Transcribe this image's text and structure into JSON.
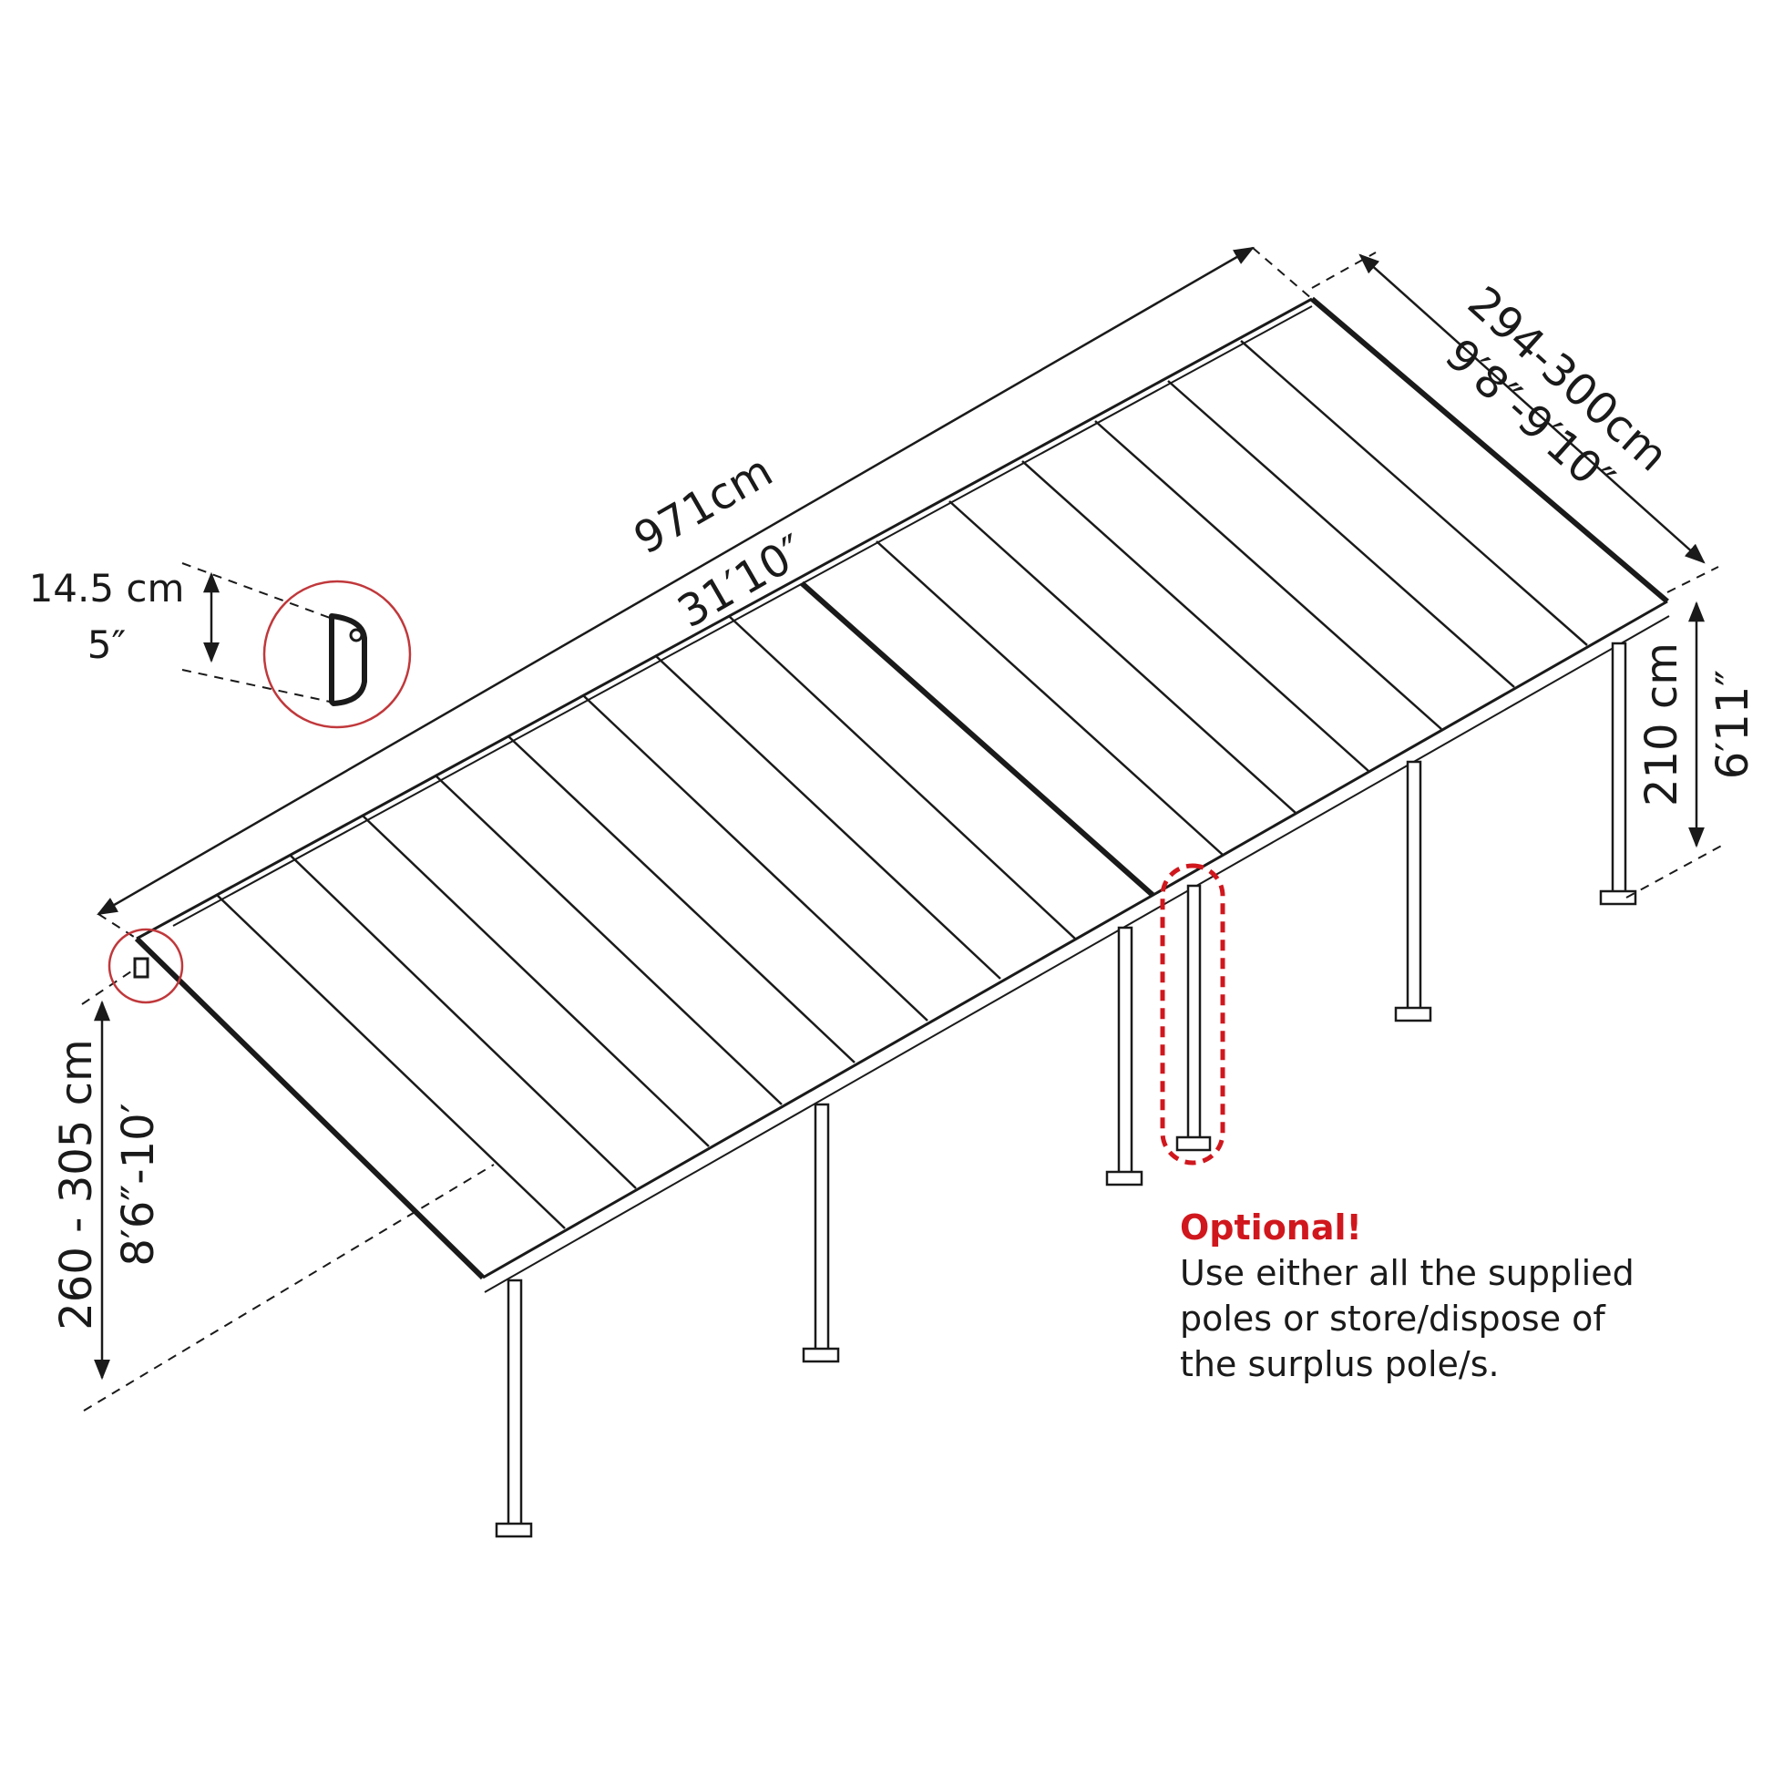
{
  "dimensions": {
    "length_metric": "971cm",
    "length_imperial": "31′10″",
    "width_metric": "294-300cm",
    "width_imperial": "9′8″-9′10″",
    "back_height_metric": "210 cm",
    "back_height_imperial": "6′11″",
    "front_height_metric": "260 - 305 cm",
    "front_height_imperial": "8′6″-10′",
    "gutter_metric": "14.5 cm",
    "gutter_imperial": "5″"
  },
  "note": {
    "heading": "Optional!",
    "line1": "Use either all the supplied",
    "line2": "poles or store/dispose of",
    "line3": "the surplus pole/s."
  },
  "colors": {
    "line": "#1a1a1a",
    "accent": "#d0171d",
    "circle": "#c0383b"
  },
  "icons": [
    "gutter-profile-icon"
  ]
}
